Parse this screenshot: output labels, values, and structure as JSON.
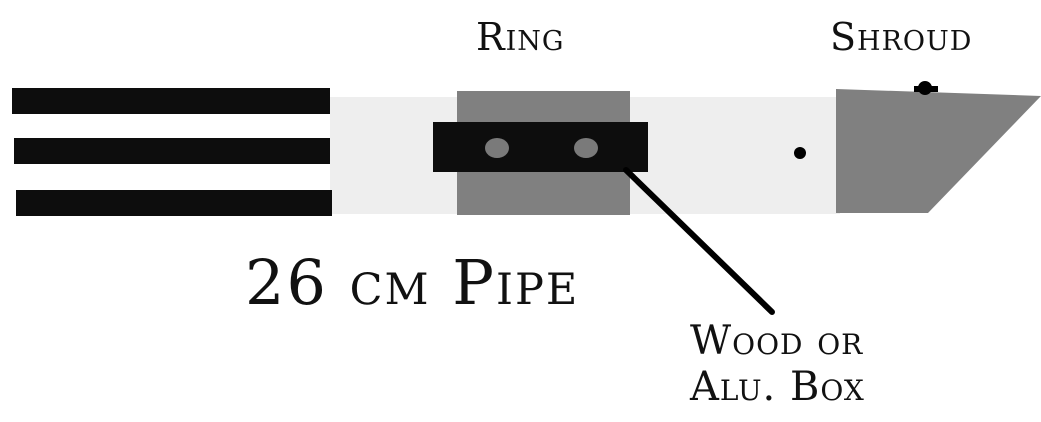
{
  "labels": {
    "ring": "Ring",
    "shroud": "Shroud",
    "pipe": "26 cm Pipe",
    "box_line1": "Wood or",
    "box_line2": "Alu. Box"
  },
  "colors": {
    "background": "#ffffff",
    "pipe": "#eeeeee",
    "ring": "#808080",
    "shroud": "#808080",
    "box": "#0d0d0d",
    "grip_stripes": "#0d0d0d",
    "box_dots": "#7a7a7a",
    "leader_line": "#000000"
  }
}
